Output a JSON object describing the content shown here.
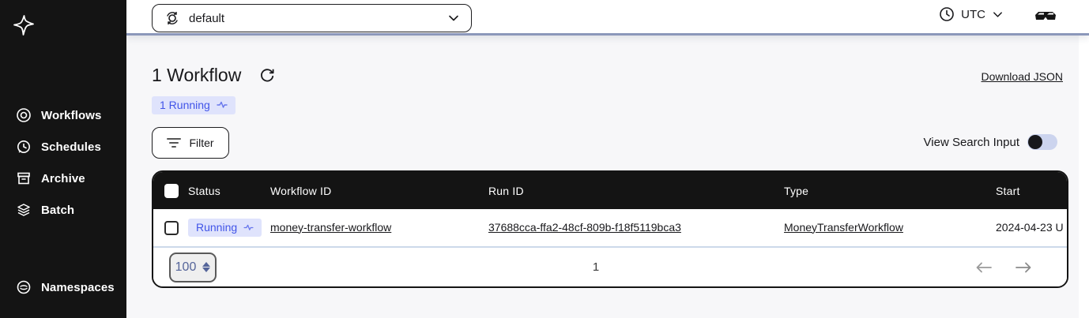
{
  "sidebar": {
    "items": [
      {
        "label": "Workflows",
        "icon": "workflows-icon"
      },
      {
        "label": "Schedules",
        "icon": "schedules-icon"
      },
      {
        "label": "Archive",
        "icon": "archive-icon"
      },
      {
        "label": "Batch",
        "icon": "batch-icon"
      }
    ],
    "bottom_item": {
      "label": "Namespaces",
      "icon": "namespaces-icon"
    }
  },
  "topbar": {
    "namespace_selector": {
      "value": "default",
      "icon": "namespace-switcher-icon"
    },
    "timezone": {
      "label": "UTC",
      "icon": "clock-icon"
    },
    "labs_icon": "labs-glasses-icon"
  },
  "main": {
    "heading": "1 Workflow",
    "running_count_badge": "1 Running",
    "download_link": "Download JSON",
    "filter_button": "Filter",
    "view_search_input_label": "View Search Input",
    "table": {
      "columns": [
        "Status",
        "Workflow ID",
        "Run ID",
        "Type",
        "Start"
      ],
      "rows": [
        {
          "status": "Running",
          "workflow_id": "money-transfer-workflow",
          "run_id": "37688cca-ffa2-48cf-809b-f18f5119bca3",
          "type": "MoneyTransferWorkflow",
          "start": "2024-04-23 U"
        }
      ],
      "pagination": {
        "page_size": "100",
        "current_page": "1"
      }
    }
  },
  "colors": {
    "sidebar_bg": "#141414",
    "table_header_bg": "#141414",
    "accent_blue": "#4154e8",
    "badge_bg": "#dfe3fc",
    "divider_blue": "#8b97ba",
    "toggle_track": "#ccd4ee"
  }
}
